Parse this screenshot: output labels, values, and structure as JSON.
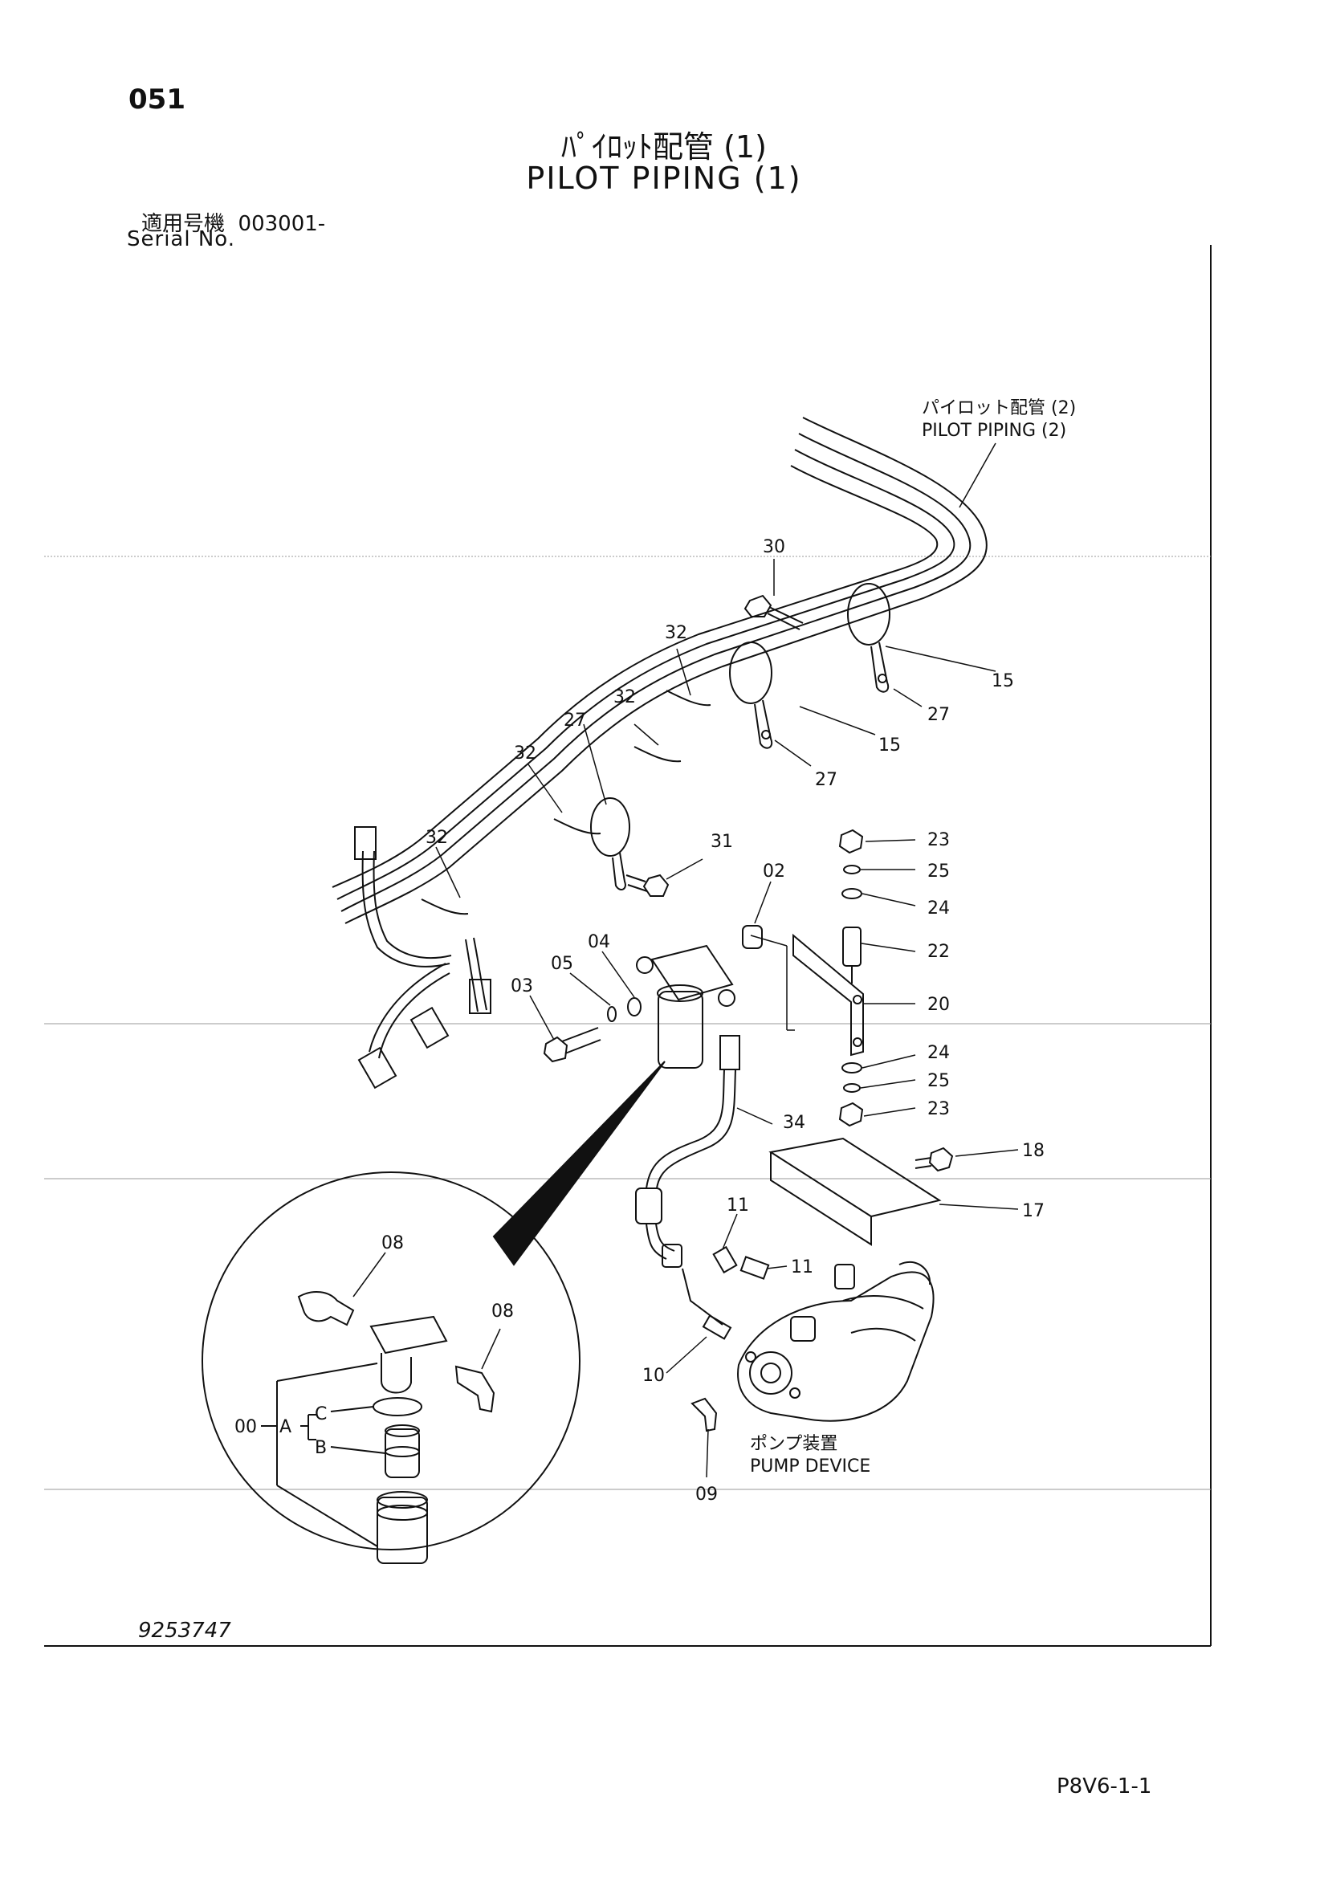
{
  "header": {
    "page_number": "051",
    "title_ja": "ﾊﾟｲﾛｯﾄ配管 (1)",
    "title_en": "PILOT PIPING (1)",
    "serial_label_ja": "適用号機",
    "serial_value": "003001-",
    "serial_label_en": "Serial No."
  },
  "callouts": {
    "pilot_piping_2_ja": "パイロット配管 (2)",
    "pilot_piping_2_en": "PILOT PIPING (2)",
    "pump_device_ja": "ポンプ装置",
    "pump_device_en": "PUMP DEVICE"
  },
  "part_labels": {
    "p00": "00",
    "pA": "A",
    "pB": "B",
    "pC": "C",
    "p02": "02",
    "p03": "03",
    "p04": "04",
    "p05": "05",
    "p08a": "08",
    "p08b": "08",
    "p09": "09",
    "p10": "10",
    "p11a": "11",
    "p11b": "11",
    "p15a": "15",
    "p15b": "15",
    "p17": "17",
    "p18": "18",
    "p20": "20",
    "p22": "22",
    "p23a": "23",
    "p23b": "23",
    "p24a": "24",
    "p24b": "24",
    "p25a": "25",
    "p25b": "25",
    "p27a": "27",
    "p27b": "27",
    "p27c": "27",
    "p30": "30",
    "p31": "31",
    "p32a": "32",
    "p32b": "32",
    "p32c": "32",
    "p32d": "32",
    "p34": "34"
  },
  "footer": {
    "drawing_number": "9253747",
    "page_code": "P8V6-1-1"
  }
}
